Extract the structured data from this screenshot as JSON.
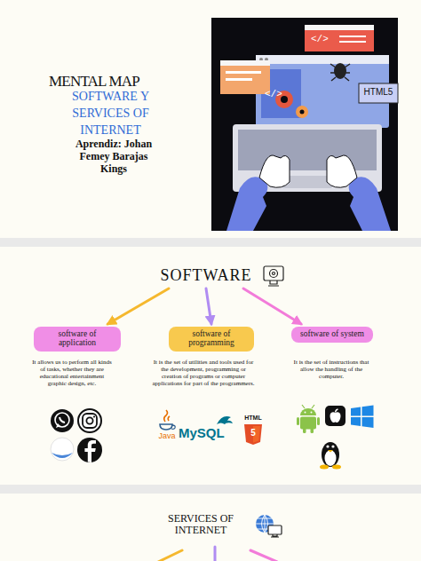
{
  "diagram": {
    "title": "MENTAL MAP",
    "nodes": [
      {
        "text": [
          "SOFTWARE"
        ]
      },
      {
        "text": [
          "software of application"
        ]
      },
      {
        "text": [
          "software of programming"
        ]
      },
      {
        "text": [
          "software of system"
        ]
      },
      {
        "text": [
          "SERVICES OF INTERNET"
        ]
      }
    ],
    "edges": [
      {
        "from": 0,
        "to": 1,
        "arrow": "to"
      },
      {
        "from": 0,
        "to": 2,
        "arrow": "to"
      },
      {
        "from": 0,
        "to": 3,
        "arrow": "to"
      }
    ],
    "labels": [
      "SOFTWARE Y SERVICES OF INTERNET",
      "Aprendiz: Johan Femey Barajas Kings",
      "</>",
      "</>",
      "HTML5",
      "It allows us to perform all kinds of tasks, whether they are educational entertainment graphic design, etc.",
      "It is the set of utilities and tools used for the development, programming or creation of programs or computer applications for part of the programmers.",
      "It is the set of instructions that allow the handling of the computer.",
      "Java",
      "MySQL",
      "HTML",
      "5"
    ]
  }
}
